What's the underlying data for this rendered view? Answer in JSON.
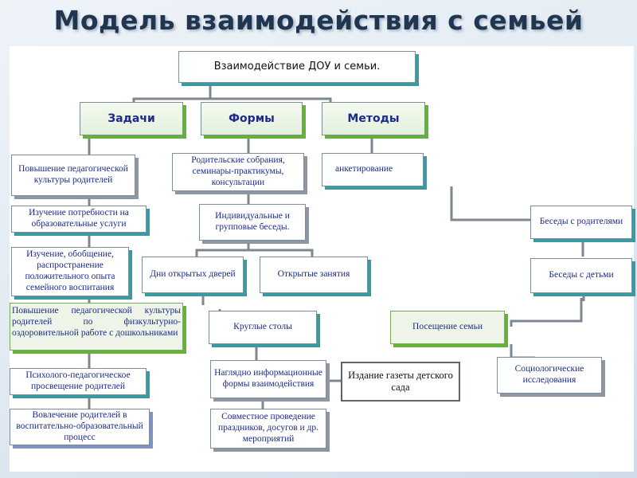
{
  "title": "Модель взаимодействия с семьей",
  "diagram": {
    "root": "Взаимодействие ДОУ и семьи.",
    "categories": [
      "Задачи",
      "Формы",
      "Методы"
    ],
    "tasks": [
      "Повышение педагогической культуры родителей",
      "Изучение потребности на образовательные услуги",
      "Изучение, обобщение, распространение положительного опыта семейного воспитания",
      "Повышение педагогической культуры родителей по физкультурно-оздоровительной работе с дошкольниками",
      "Психолого-педагогическое просвещение родителей",
      "Вовлечение родителей в воспитательно-образовательный процесс"
    ],
    "forms": [
      "Родительские собрания, семинары-практикумы, консультации",
      "Индивидуальные и групповые беседы.",
      "Дни открытых дверей",
      "Открытые занятия",
      "Круглые столы",
      "Наглядно информационные формы взаимодействия",
      "Совместное проведение праздников, досугов и др. мероприятий",
      "Издание газеты детского сада"
    ],
    "methods": [
      "анкетирование",
      "Беседы с родителями",
      "Беседы с детьми",
      "Посещение семьи",
      "Социологические исследования"
    ]
  },
  "colors": {
    "title": "#1f3550",
    "box_text": "#1b2a8c",
    "line": "#7e8790",
    "accent_teal": "#3a9aa2",
    "accent_green": "#66b13a"
  }
}
